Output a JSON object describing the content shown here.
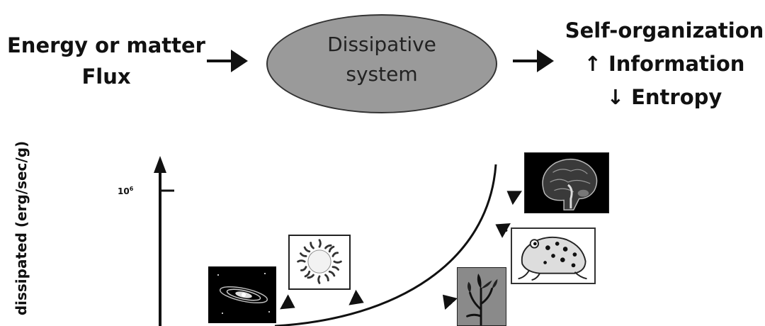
{
  "flow": {
    "input_label": [
      "Energy or matter",
      "Flux"
    ],
    "system_label": [
      "Dissipative",
      "system"
    ],
    "output_label": [
      "Self-organization",
      "↑ Information",
      "↓ Entropy"
    ]
  },
  "graph": {
    "ylabel": "dissipated (erg/sec/g)",
    "tick_base": "10",
    "tick_exp": "6"
  },
  "images": [
    "galaxy-image",
    "sun-image",
    "plant-image",
    "frog-image",
    "brain-image"
  ]
}
